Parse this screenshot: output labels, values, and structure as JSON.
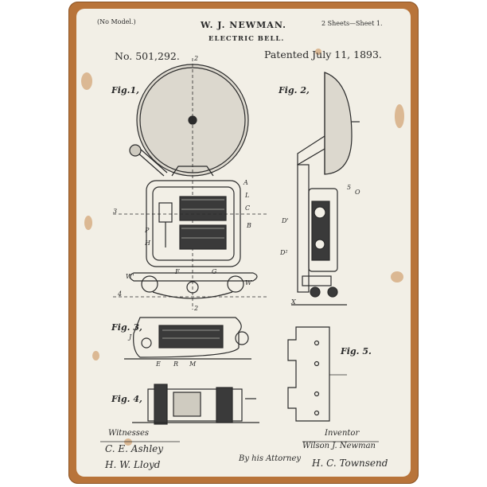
{
  "header": {
    "model_note": "(No Model.)",
    "inventor_name": "W. J. NEWMAN.",
    "invention_title": "ELECTRIC BELL.",
    "sheets": "2 Sheets—Sheet 1.",
    "patent_number": "No. 501,292.",
    "patent_date": "Patented July 11, 1893."
  },
  "figures": {
    "fig1": "Fig.1,",
    "fig2": "Fig. 2,",
    "fig3": "Fig. 3,",
    "fig4": "Fig. 4,",
    "fig5": "Fig. 5."
  },
  "labels": {
    "l_2_top": "2",
    "l_2_bottom": "2",
    "l_3_left": "3",
    "l_4_left": "4",
    "l_a": "A",
    "l_l": "L",
    "l_c": "C",
    "l_b": "B",
    "l_w": "W",
    "l_w1": "W'",
    "l_f": "F",
    "l_g": "G",
    "l_h": "H",
    "l_p": "P",
    "l_o": "O",
    "l_d1": "D'",
    "l_d2": "D²",
    "l_x": "X",
    "l_j": "J",
    "l_m": "M",
    "l_r": "R",
    "l_e": "E",
    "l_5": "5"
  },
  "signatures": {
    "witnesses_label": "Witnesses",
    "witness_1": "C. E. Ashley",
    "witness_2": "H. W. Lloyd",
    "inventor_label": "Inventor",
    "inventor_signature": "Wilson J. Newman",
    "attorney_label": "By his Attorney",
    "attorney_signature": "H. C. Townsend"
  },
  "colors": {
    "rust": "#b8743a",
    "plate": "#f2efe6",
    "ink": "#2b2b2b"
  }
}
